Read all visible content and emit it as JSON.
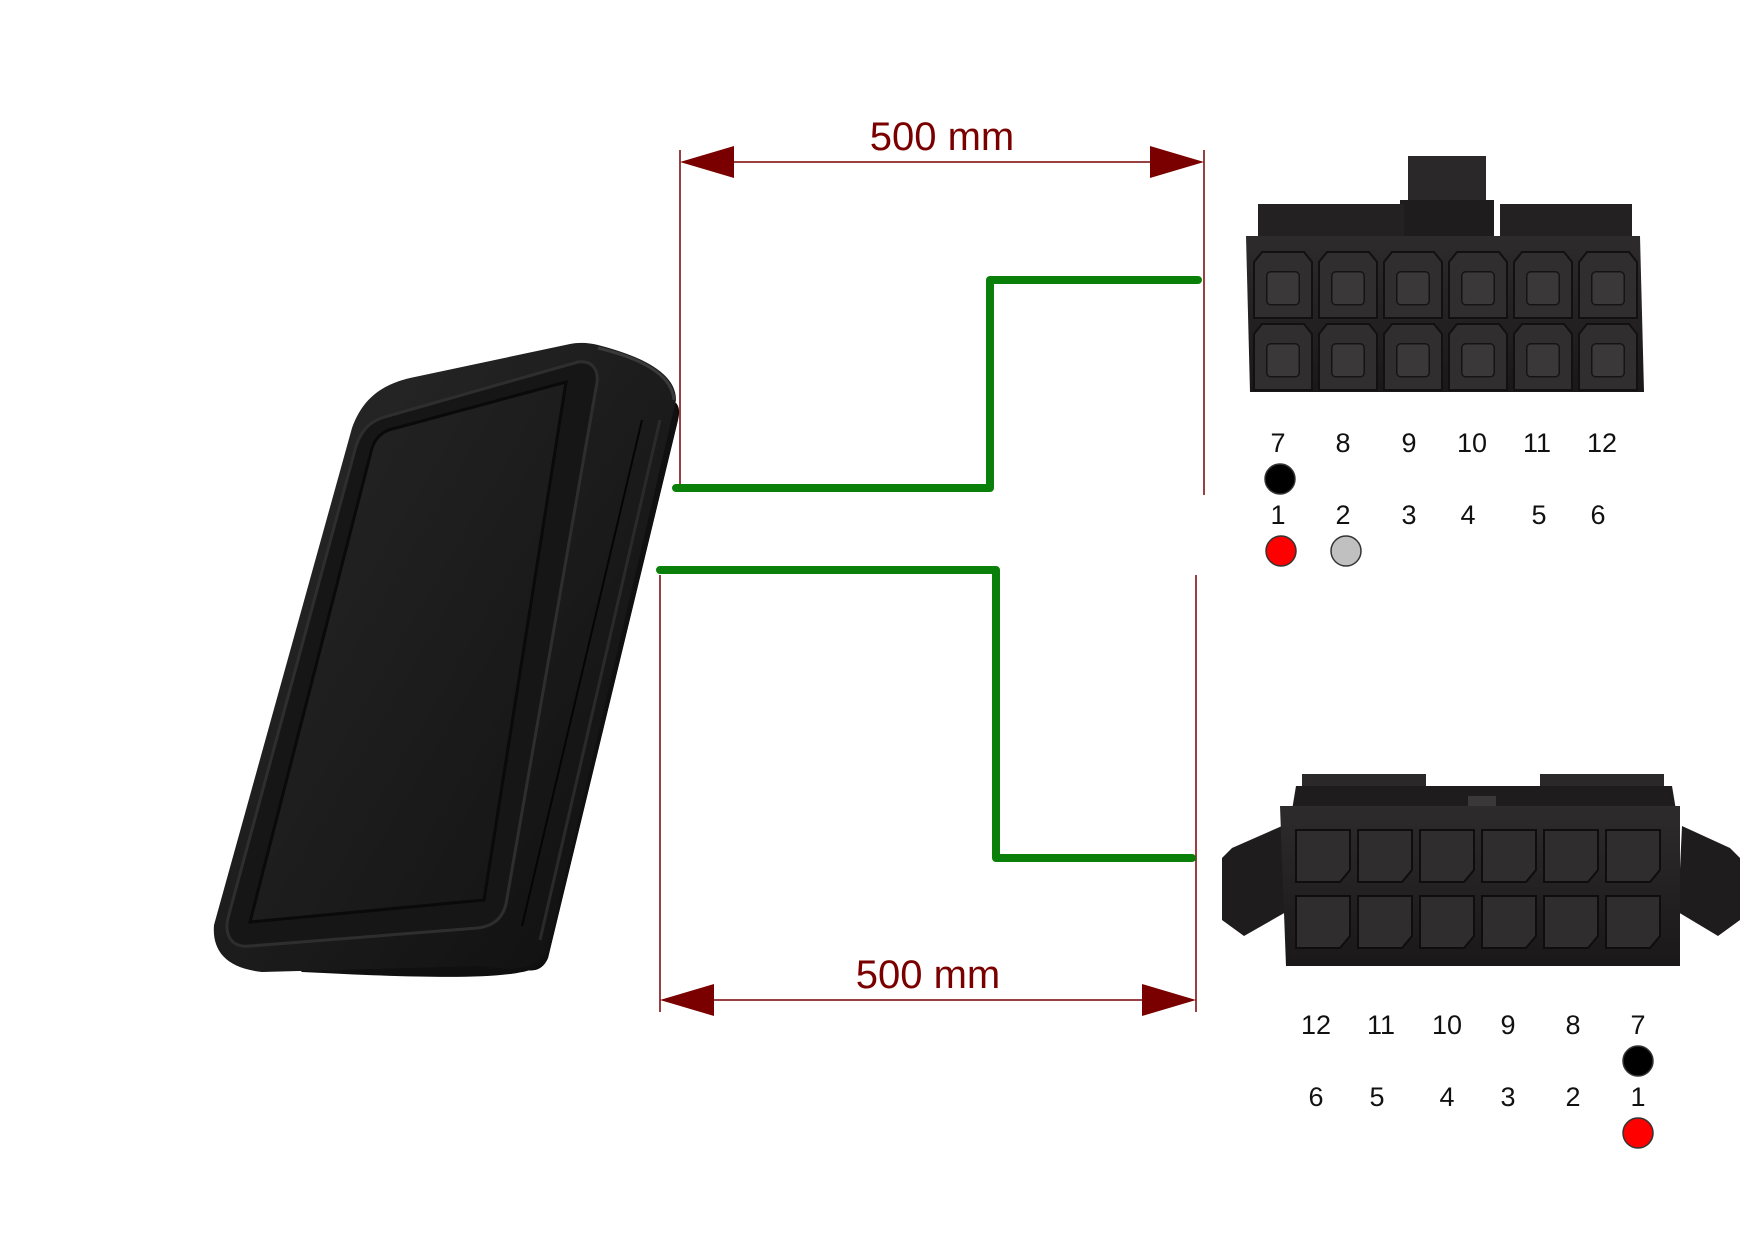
{
  "dimensions": {
    "top_length": "500 mm",
    "bottom_length": "500 mm"
  },
  "connector_top": {
    "top_row_pins": [
      "7",
      "8",
      "9",
      "10",
      "11",
      "12"
    ],
    "bottom_row_pins": [
      "1",
      "2",
      "3",
      "4",
      "5",
      "6"
    ],
    "wire_markers": [
      {
        "pin": "7",
        "color": "#000000"
      },
      {
        "pin": "1",
        "color": "#ff0000"
      },
      {
        "pin": "2",
        "color": "#c0c0c0"
      }
    ]
  },
  "connector_bottom": {
    "top_row_pins": [
      "12",
      "11",
      "10",
      "9",
      "8",
      "7"
    ],
    "bottom_row_pins": [
      "6",
      "5",
      "4",
      "3",
      "2",
      "1"
    ],
    "wire_markers": [
      {
        "pin": "7",
        "color": "#000000"
      },
      {
        "pin": "1",
        "color": "#ff0000"
      }
    ]
  },
  "colors": {
    "cable": "#0a7f0a",
    "dimension": "#7a0000",
    "housing": "#1a1a1a"
  }
}
